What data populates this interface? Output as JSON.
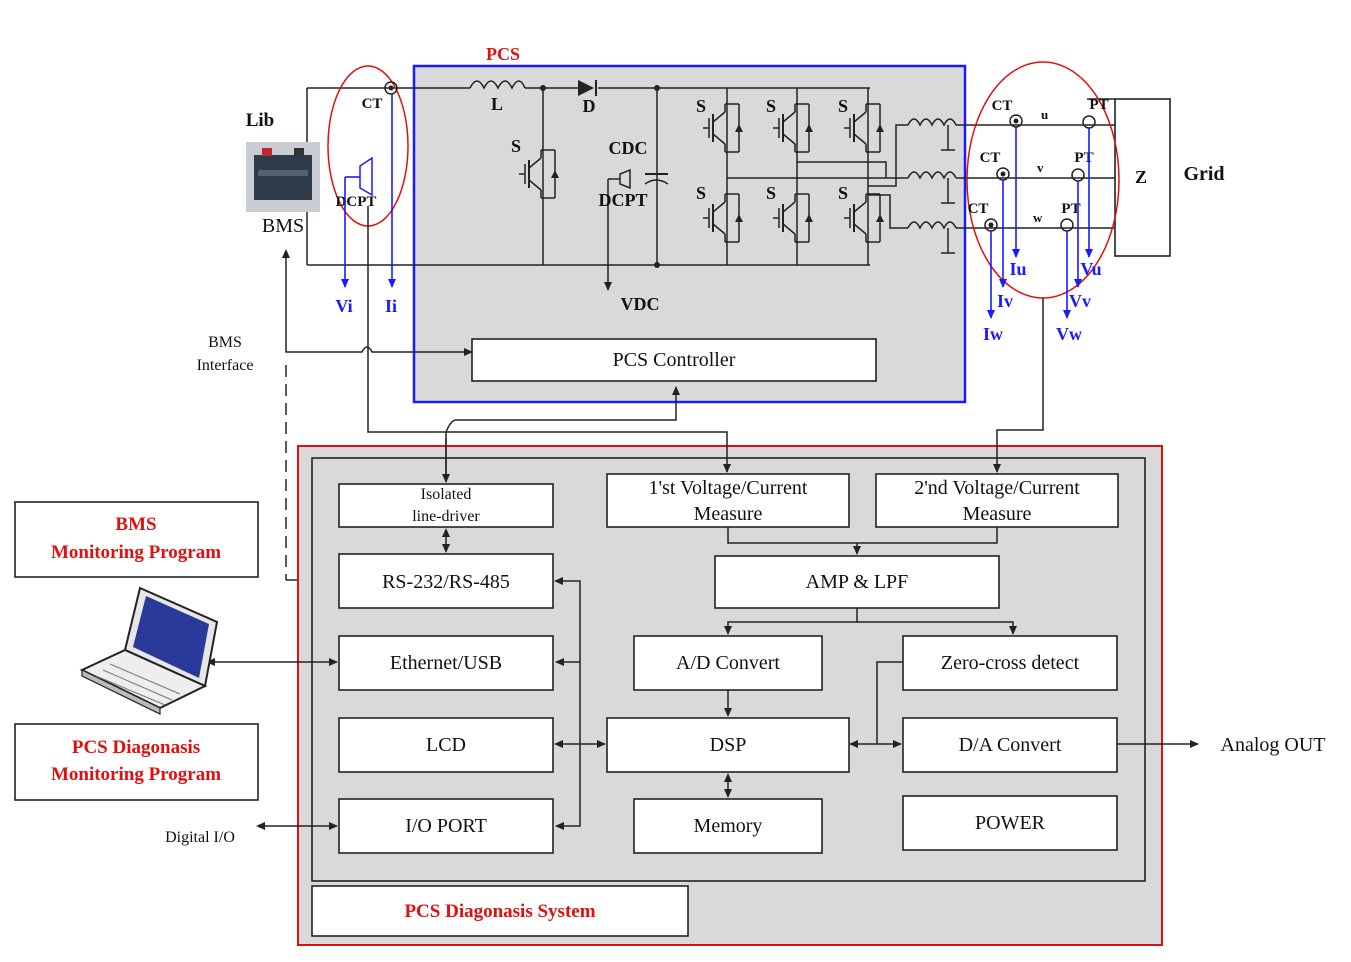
{
  "pcs": {
    "title": "PCS",
    "controller": "PCS Controller",
    "inductor": "L",
    "diode": "D",
    "switch": "S",
    "cdc": "CDC",
    "dcpt": "DCPT",
    "vdc": "VDC"
  },
  "battery": {
    "lib": "Lib",
    "bms": "BMS",
    "ct": "CT",
    "dcpt": "DCPT",
    "vi": "Vi",
    "ii": "Ii"
  },
  "grid": {
    "label": "Grid",
    "z": "Z",
    "ct": "CT",
    "pt": "PT",
    "phases": [
      "u",
      "v",
      "w"
    ],
    "currents": [
      "Iu",
      "Iv",
      "Iw"
    ],
    "voltages": [
      "Vu",
      "Vv",
      "Vw"
    ]
  },
  "bms_interface": [
    "BMS",
    "Interface"
  ],
  "diag": {
    "title": "PCS Diagonasis System",
    "isolated": [
      "Isolated",
      "line-driver"
    ],
    "measure1": [
      "1'st Voltage/Current",
      "Measure"
    ],
    "measure2": [
      "2'nd Voltage/Current",
      "Measure"
    ],
    "rs": "RS-232/RS-485",
    "amp": "AMP & LPF",
    "eth": "Ethernet/USB",
    "ad": "A/D Convert",
    "zero": "Zero-cross detect",
    "lcd": "LCD",
    "dsp": "DSP",
    "da": "D/A Convert",
    "io": "I/O PORT",
    "memory": "Memory",
    "power": "POWER"
  },
  "external": {
    "bms_prog": [
      "BMS",
      "Monitoring Program"
    ],
    "pcs_prog": [
      "PCS Diagonasis",
      "Monitoring Program"
    ],
    "digital_io": "Digital I/O",
    "analog_out": "Analog OUT"
  },
  "colors": {
    "red": "#e01010",
    "blue": "#1a1aff",
    "panel": "#d9d9d9"
  }
}
